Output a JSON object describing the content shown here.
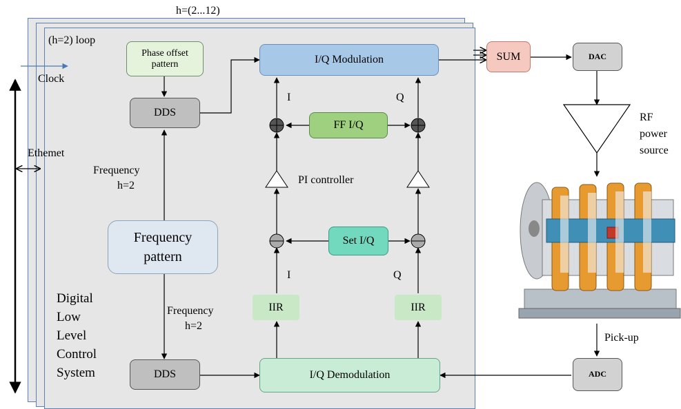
{
  "labels": {
    "h_range": "h=(2...12)",
    "loop": "(h=2) loop",
    "clock": "Clock",
    "ethernet": "Ethemet",
    "freq_top_1": "Frequency",
    "freq_top_2": "h=2",
    "freq_bot_1": "Frequency",
    "freq_bot_2": "h=2",
    "i_top": "I",
    "q_top": "Q",
    "i_bot": "I",
    "q_bot": "Q",
    "pi_controller": "PI controller",
    "dllrf": [
      "Digital",
      "Low",
      "Level",
      "Control",
      "System"
    ],
    "rf_power": [
      "RF",
      "power",
      "source"
    ],
    "pickup": "Pick-up"
  },
  "blocks": {
    "phase_offset": "Phase offset pattern",
    "iq_mod": "I/Q Modulation",
    "dds_top": "DDS",
    "ff_iq": "FF I/Q",
    "set_iq": "Set I/Q",
    "freq_pattern": "Frequency pattern",
    "iir_left": "IIR",
    "iir_right": "IIR",
    "dds_bot": "DDS",
    "iq_demod": "I/Q Demodulation",
    "sum": "SUM",
    "dac": "DAC",
    "adc": "ADC"
  },
  "colors": {
    "panel": "#e6e6e6",
    "panel_border": "#5b7fb0",
    "iq_mod": "#a8c8e8",
    "dds": "#bfbfbf",
    "ff": "#9fd07f",
    "set": "#72d9bf",
    "iir": "#c9e8c5",
    "sum": "#f5c8c0"
  }
}
